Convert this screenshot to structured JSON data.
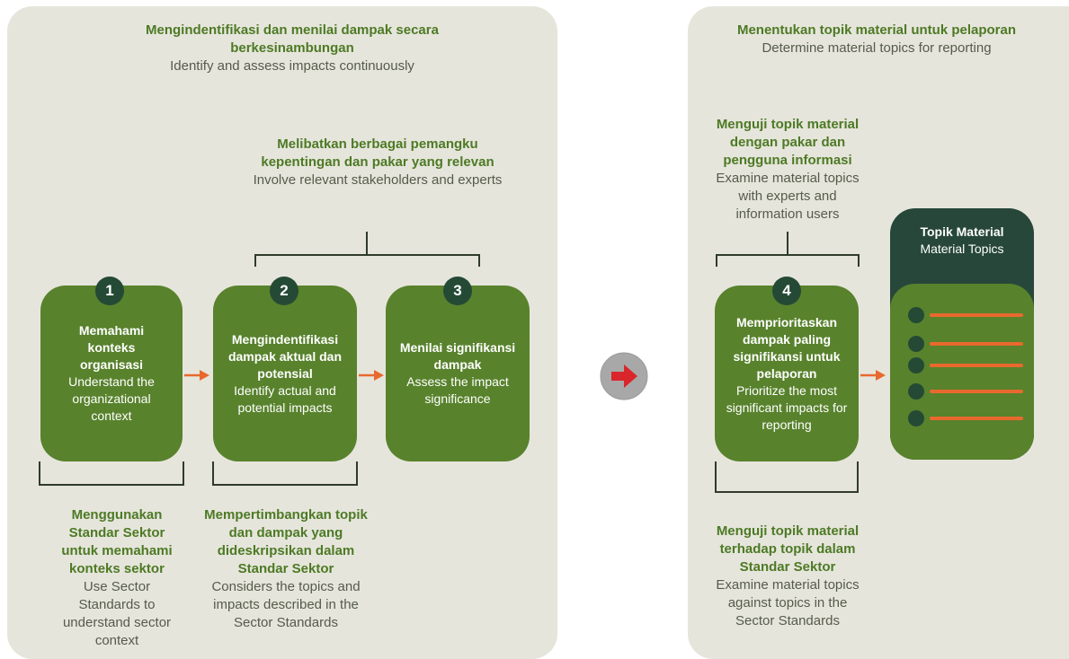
{
  "left_panel": {
    "title_id": "Mengindentifikasi dan menilai dampak secara berkesinambungan",
    "title_en": "Identify and assess impacts continuously",
    "stakeholders_id": "Melibatkan berbagai pemangku kepentingan dan pakar yang relevan",
    "stakeholders_en": "Involve relevant stakeholders and experts",
    "steps": [
      {
        "number": "1",
        "label_id": "Memahami konteks organisasi",
        "label_en": "Understand the organizational context"
      },
      {
        "number": "2",
        "label_id": "Mengindentifikasi dampak aktual dan potensial",
        "label_en": "Identify actual and potential impacts"
      },
      {
        "number": "3",
        "label_id": "Menilai signifikansi dampak",
        "label_en": "Assess the impact significance"
      }
    ],
    "sector_note_1_id": "Menggunakan Standar Sektor untuk memahami konteks sektor",
    "sector_note_1_en": "Use Sector Standards to understand sector context",
    "sector_note_2_id": "Mempertimbangkan topik dan dampak yang dideskripsikan dalam Standar Sektor",
    "sector_note_2_en": "Considers the topics and impacts described in the Sector Standards"
  },
  "right_panel": {
    "title_id": "Menentukan topik material untuk pelaporan",
    "title_en": "Determine material topics for reporting",
    "experts_id": "Menguji topik material dengan pakar dan pengguna informasi",
    "experts_en": "Examine material topics with experts and information users",
    "step4": {
      "number": "4",
      "label_id": "Memprioritaskan dampak paling signifikansi untuk pelaporan",
      "label_en": "Prioritize the most significant impacts for reporting"
    },
    "sector_check_id": "Menguji topik material terhadap topik dalam Standar Sektor",
    "sector_check_en": "Examine material topics against topics in the Sector Standards",
    "topics_title_id": "Topik Material",
    "topics_title_en": "Material Topics",
    "topic_item_count": 5
  },
  "icons": {
    "flow_arrow": "orange-arrow-right-icon",
    "transition": "red-arrow-right-icon"
  },
  "colors": {
    "panel_bg": "#e6e5dc",
    "step_green": "#58822c",
    "number_dark": "#244a36",
    "title_green": "#4d7a24",
    "arrow_orange": "#e8692e",
    "transition_red": "#d8262a",
    "topic_header": "#27473a"
  }
}
